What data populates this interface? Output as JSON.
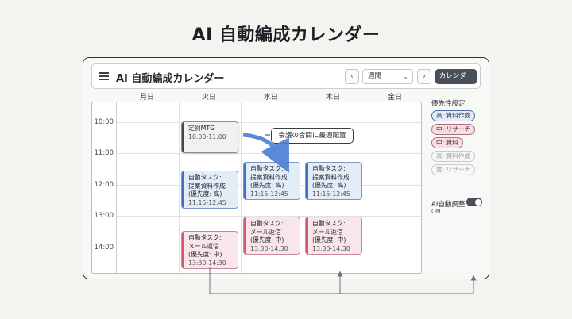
{
  "headline": "AI 自動編成カレンダー",
  "topbar": {
    "title": "AI 自動編成カレンダー",
    "prev": "‹",
    "next": "›",
    "view": "週間",
    "calendar_button": "カレンダー"
  },
  "days": [
    "月日",
    "火日",
    "水日",
    "木日",
    "金日"
  ],
  "times": [
    "10:00",
    "11:00",
    "12:00",
    "13:00",
    "14:00"
  ],
  "events": {
    "meeting": {
      "title": "定例MTG",
      "time": "10:00-11:00"
    },
    "tue_proposal": {
      "line1": "自動タスク:",
      "line2": "提案資料作成",
      "line3": "(優先度: 高)",
      "time": "11:15-12:45"
    },
    "wed_proposal": {
      "line1": "自動タスク:",
      "line2": "提案資料作成",
      "line3": "(優先度: 高)",
      "time": "11:15-12:45"
    },
    "thu_proposal": {
      "line1": "自動タスク:",
      "line2": "提案資料作成",
      "line3": "(優先度: 高)",
      "time": "11:15-12:45"
    },
    "tue_mail": {
      "line1": "自動タスク:",
      "line2": "メール返信",
      "line3": "(優先度: 中)",
      "time": "13:30-14:30"
    },
    "wed_mail": {
      "line1": "自動タスク:",
      "line2": "メール返信",
      "line3": "(優先度: 中)",
      "time": "13:30-14:30"
    },
    "thu_mail": {
      "line1": "自動タスク:",
      "line2": "メール返信",
      "line3": "(優先度: 中)",
      "time": "13:30-14:30"
    }
  },
  "callout": "会議の合間に最適配置",
  "sidebar": {
    "title": "優先性設定",
    "chips": [
      "高: 資料作成",
      "中: リサーチ",
      "中: 資料",
      "高: 資料作成",
      "篋: リサーチ"
    ],
    "ai_label": "AI自動調整",
    "ai_state": "ON"
  },
  "colors": {
    "frame": "#2e3338",
    "blue_accent": "#3f6fc0",
    "pink_accent": "#d25873",
    "button_dark": "#4a5059",
    "arrow": "#4a7fd4"
  }
}
